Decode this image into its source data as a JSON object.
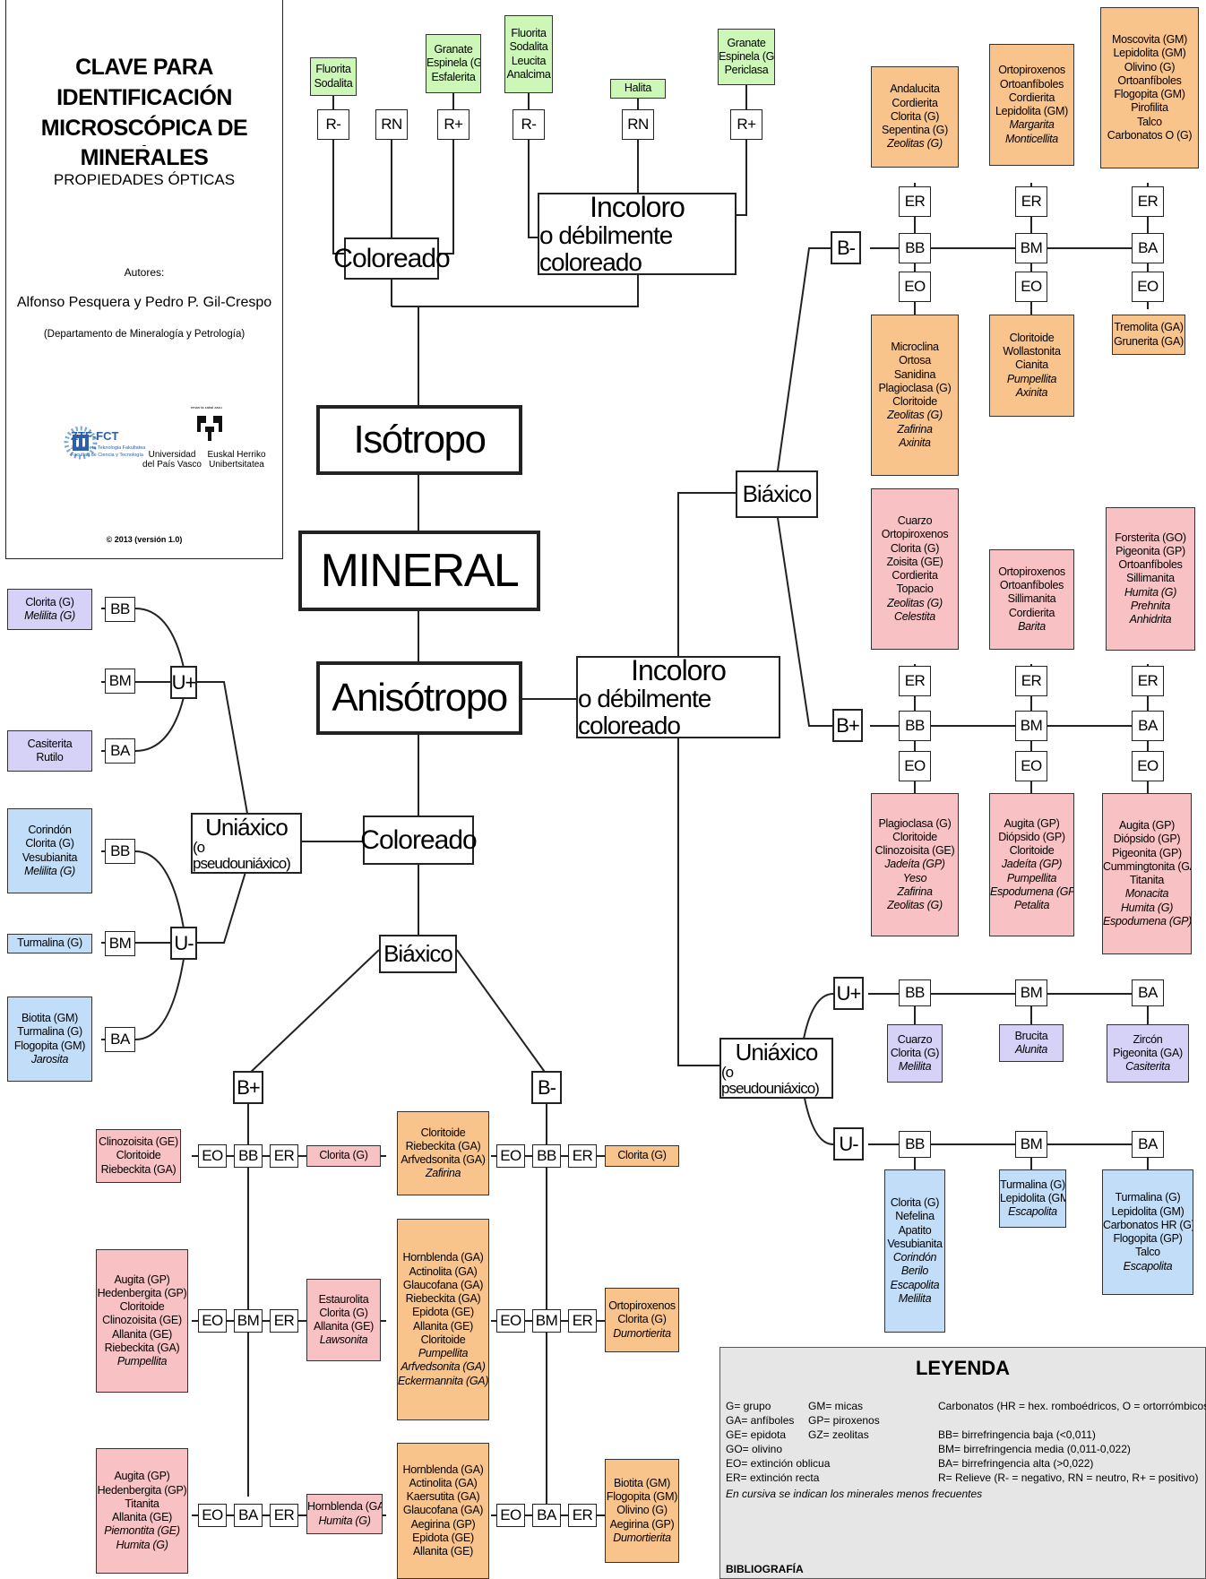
{
  "title": {
    "line1": "CLAVE PARA IDENTIFICACIÓN",
    "line2": "MICROSCÓPICA DE MINERALES",
    "dash": "-",
    "subtitle": "PROPIEDADES ÓPTICAS",
    "authors_label": "Autores:",
    "authors": "Alfonso Pesquera y Pedro P. Gil-Crespo",
    "department": "(Departamento de Mineralogía y Petrología)",
    "logo1_name": "ZTF-FCT",
    "logo1_sub1": "Zientzia eta Teknologia Fakultatea",
    "logo1_sub2": "Facultad de Ciencia y Tecnología",
    "logo2_top": "eman ta zabal zazu",
    "logo2_left1": "Universidad",
    "logo2_left2": "del País Vasco",
    "logo2_right1": "Euskal Herriko",
    "logo2_right2": "Unibertsitatea",
    "copyright": "© 2013 (versión 1.0)"
  },
  "core": {
    "mineral": "MINERAL",
    "isotropo": "Isótropo",
    "anisotropo": "Anisótropo",
    "coloreado": "Coloreado",
    "incoloro1": "Incoloro",
    "incoloro2": "o débilmente coloreado",
    "biaxico": "Biáxico",
    "uniaxico1": "Uniáxico",
    "uniaxico2": "(o pseudouniáxico)"
  },
  "codes": {
    "rminus": "R-",
    "rn": "RN",
    "rplus": "R+",
    "bminus": "B-",
    "bplus": "B+",
    "uplus": "U+",
    "uminus": "U-",
    "bb": "BB",
    "bm": "BM",
    "ba": "BA",
    "er": "ER",
    "eo": "EO"
  },
  "minerals": {
    "iso_col_rm": [
      {
        "t": "Fluorita"
      },
      {
        "t": "Sodalita"
      }
    ],
    "iso_col_rp": [
      {
        "t": "Granate"
      },
      {
        "t": "Espinela (G)"
      },
      {
        "t": "Esfalerita"
      }
    ],
    "iso_inc_rm": [
      {
        "t": "Fluorita"
      },
      {
        "t": "Sodalita"
      },
      {
        "t": "Leucita"
      },
      {
        "t": "Analcima"
      }
    ],
    "iso_inc_rn": [
      {
        "t": "Halita"
      }
    ],
    "iso_inc_rp": [
      {
        "t": "Granate"
      },
      {
        "t": "Espinela (G)"
      },
      {
        "t": "Periclasa"
      }
    ],
    "bm_bb_er": [
      {
        "t": "Andalucita"
      },
      {
        "t": "Cordierita"
      },
      {
        "t": "Clorita (G)"
      },
      {
        "t": "Sepentina (G)"
      },
      {
        "t": "Zeolitas (G)",
        "i": true
      }
    ],
    "bm_bm_er": [
      {
        "t": "Ortopiroxenos"
      },
      {
        "t": "Ortoanfíboles"
      },
      {
        "t": "Cordierita"
      },
      {
        "t": "Lepidolita (GM)"
      },
      {
        "t": "Margarita",
        "i": true
      },
      {
        "t": "Monticellita",
        "i": true
      }
    ],
    "bm_ba_er": [
      {
        "t": "Moscovita (GM)"
      },
      {
        "t": "Lepidolita (GM)"
      },
      {
        "t": "Olivino (G)"
      },
      {
        "t": "Ortoanfíboles"
      },
      {
        "t": "Flogopita (GM)"
      },
      {
        "t": "Pirofilita"
      },
      {
        "t": "Talco"
      },
      {
        "t": "Carbonatos O (G)"
      }
    ],
    "bm_bb_eo": [
      {
        "t": "Microclina"
      },
      {
        "t": "Ortosa"
      },
      {
        "t": "Sanidina"
      },
      {
        "t": "Plagioclasa (G)"
      },
      {
        "t": "Cloritoide"
      },
      {
        "t": "Zeolitas (G)",
        "i": true
      },
      {
        "t": "Zafirina",
        "i": true
      },
      {
        "t": "Axinita",
        "i": true
      }
    ],
    "bm_bm_eo": [
      {
        "t": "Cloritoide"
      },
      {
        "t": "Wollastonita"
      },
      {
        "t": "Cianita"
      },
      {
        "t": "Pumpellita",
        "i": true
      },
      {
        "t": "Axinita",
        "i": true
      }
    ],
    "bm_ba_eo": [
      {
        "t": "Tremolita (GA)"
      },
      {
        "t": "Grunerita (GA)"
      }
    ],
    "bp_bb_er": [
      {
        "t": "Cuarzo"
      },
      {
        "t": "Ortopiroxenos"
      },
      {
        "t": "Clorita (G)"
      },
      {
        "t": "Zoisita (GE)"
      },
      {
        "t": "Cordierita"
      },
      {
        "t": "Topacio"
      },
      {
        "t": "Zeolitas (G)",
        "i": true
      },
      {
        "t": "Celestita",
        "i": true
      }
    ],
    "bp_bm_er": [
      {
        "t": "Ortopiroxenos"
      },
      {
        "t": "Ortoanfíboles"
      },
      {
        "t": "Sillimanita"
      },
      {
        "t": "Cordierita"
      },
      {
        "t": "Barita",
        "i": true
      }
    ],
    "bp_ba_er": [
      {
        "t": "Forsterita (GO)"
      },
      {
        "t": "Pigeonita (GP)"
      },
      {
        "t": "Ortoanfíboles"
      },
      {
        "t": "Sillimanita"
      },
      {
        "t": "Humita (G)",
        "i": true
      },
      {
        "t": "Prehnita",
        "i": true
      },
      {
        "t": "Anhidrita",
        "i": true
      }
    ],
    "bp_bb_eo": [
      {
        "t": "Plagioclasa (G)"
      },
      {
        "t": "Cloritoide"
      },
      {
        "t": "Clinozoisita (GE)"
      },
      {
        "t": "Jadeíta (GP)",
        "i": true
      },
      {
        "t": "Yeso",
        "i": true
      },
      {
        "t": "Zafirina",
        "i": true
      },
      {
        "t": "Zeolitas (G)",
        "i": true
      }
    ],
    "bp_bm_eo": [
      {
        "t": "Augita (GP)"
      },
      {
        "t": "Diópsido (GP)"
      },
      {
        "t": "Cloritoide"
      },
      {
        "t": "Jadeíta (GP)",
        "i": true
      },
      {
        "t": "Pumpellita",
        "i": true
      },
      {
        "t": "Espodumena (GP)",
        "i": true
      },
      {
        "t": "Petalita",
        "i": true
      }
    ],
    "bp_ba_eo": [
      {
        "t": "Augita (GP)"
      },
      {
        "t": "Diópsido (GP)"
      },
      {
        "t": "Pigeonita (GP)"
      },
      {
        "t": "Cummingtonita (GA)"
      },
      {
        "t": "Titanita"
      },
      {
        "t": "Monacita",
        "i": true
      },
      {
        "t": "Humita (G)",
        "i": true
      },
      {
        "t": "Espodumena (GP)",
        "i": true
      }
    ],
    "ru_up_bb": [
      {
        "t": "Cuarzo"
      },
      {
        "t": "Clorita (G)"
      },
      {
        "t": "Melilita",
        "i": true
      }
    ],
    "ru_up_bm": [
      {
        "t": "Brucita"
      },
      {
        "t": "Alunita",
        "i": true
      }
    ],
    "ru_up_ba": [
      {
        "t": "Zircón"
      },
      {
        "t": "Pigeonita (GA)"
      },
      {
        "t": "Casiterita",
        "i": true
      }
    ],
    "ru_um_bb": [
      {
        "t": "Clorita (G)"
      },
      {
        "t": "Nefelina"
      },
      {
        "t": "Apatito"
      },
      {
        "t": "Vesubianita"
      },
      {
        "t": "Corindón",
        "i": true
      },
      {
        "t": "Berilo",
        "i": true
      },
      {
        "t": "Escapolita",
        "i": true
      },
      {
        "t": "Melilita",
        "i": true
      }
    ],
    "ru_um_bm": [
      {
        "t": "Turmalina (G)"
      },
      {
        "t": "Lepidolita (GM)"
      },
      {
        "t": "Escapolita",
        "i": true
      }
    ],
    "ru_um_ba": [
      {
        "t": "Turmalina (G)"
      },
      {
        "t": "Lepidolita (GM)"
      },
      {
        "t": "Carbonatos HR (G)"
      },
      {
        "t": "Flogopita (GP)"
      },
      {
        "t": "Talco"
      },
      {
        "t": "Escapolita",
        "i": true
      }
    ],
    "lu_up_bb": [
      {
        "t": "Clorita (G)"
      },
      {
        "t": "Melilita (G)",
        "i": true
      }
    ],
    "lu_up_ba": [
      {
        "t": "Casiterita"
      },
      {
        "t": "Rutilo"
      }
    ],
    "lu_um_bb": [
      {
        "t": "Corindón"
      },
      {
        "t": "Clorita (G)"
      },
      {
        "t": "Vesubianita"
      },
      {
        "t": "Melilita (G)",
        "i": true
      }
    ],
    "lu_um_bm": [
      {
        "t": "Turmalina (G)"
      }
    ],
    "lu_um_ba": [
      {
        "t": "Biotita (GM)"
      },
      {
        "t": "Turmalina (G)"
      },
      {
        "t": "Flogopita (GM)"
      },
      {
        "t": "Jarosita",
        "i": true
      }
    ],
    "cb_bp_bb_eo": [
      {
        "t": "Clinozoisita (GE)"
      },
      {
        "t": "Cloritoide"
      },
      {
        "t": "Riebeckita (GA)"
      }
    ],
    "cb_bp_bb_er": [
      {
        "t": "Clorita (G)"
      }
    ],
    "cb_bp_bm_eo": [
      {
        "t": "Augita (GP)"
      },
      {
        "t": "Hedenbergita (GP)"
      },
      {
        "t": "Cloritoide"
      },
      {
        "t": "Clinozoisita (GE)"
      },
      {
        "t": "Allanita (GE)"
      },
      {
        "t": "Riebeckita (GA)"
      },
      {
        "t": "Pumpellita",
        "i": true
      }
    ],
    "cb_bp_bm_er": [
      {
        "t": "Estaurolita"
      },
      {
        "t": "Clorita (G)"
      },
      {
        "t": "Allanita (GE)"
      },
      {
        "t": "Lawsonita",
        "i": true
      }
    ],
    "cb_bp_ba_eo": [
      {
        "t": "Augita (GP)"
      },
      {
        "t": "Hedenbergita (GP)"
      },
      {
        "t": "Titanita"
      },
      {
        "t": "Allanita (GE)"
      },
      {
        "t": "Piemontita (GE)",
        "i": true
      },
      {
        "t": "Humita (G)",
        "i": true
      }
    ],
    "cb_bp_ba_er": [
      {
        "t": "Hornblenda (GA)"
      },
      {
        "t": "Humita (G)",
        "i": true
      }
    ],
    "cb_bm_bb_eo": [
      {
        "t": "Cloritoide"
      },
      {
        "t": "Riebeckita (GA)"
      },
      {
        "t": "Arfvedsonita (GA)"
      },
      {
        "t": "Zafirina",
        "i": true
      }
    ],
    "cb_bm_bb_er": [
      {
        "t": "Clorita (G)"
      }
    ],
    "cb_bm_bm_eo": [
      {
        "t": "Hornblenda (GA)"
      },
      {
        "t": "Actinolita (GA)"
      },
      {
        "t": "Glaucofana (GA)"
      },
      {
        "t": "Riebeckita (GA)"
      },
      {
        "t": "Epidota (GE)"
      },
      {
        "t": "Allanita (GE)"
      },
      {
        "t": "Cloritoide"
      },
      {
        "t": "Pumpellita",
        "i": true
      },
      {
        "t": "Arfvedsonita (GA)",
        "i": true
      },
      {
        "t": "Eckermannita (GA)",
        "i": true
      }
    ],
    "cb_bm_bm_er": [
      {
        "t": "Ortopiroxenos"
      },
      {
        "t": "Clorita (G)"
      },
      {
        "t": "Dumortierita",
        "i": true
      }
    ],
    "cb_bm_ba_eo": [
      {
        "t": "Hornblenda (GA)"
      },
      {
        "t": "Actinolita (GA)"
      },
      {
        "t": "Kaersutita (GA)"
      },
      {
        "t": "Glaucofana (GA)"
      },
      {
        "t": "Aegirina (GP)"
      },
      {
        "t": "Epidota (GE)"
      },
      {
        "t": "Allanita (GE)"
      }
    ],
    "cb_bm_ba_er": [
      {
        "t": "Biotita (GM)"
      },
      {
        "t": "Flogopita (GM)"
      },
      {
        "t": "Olivino (G)"
      },
      {
        "t": "Aegirina (GP)"
      },
      {
        "t": "Dumortierita",
        "i": true
      }
    ]
  },
  "legend": {
    "title": "LEYENDA",
    "g": "G= grupo",
    "ga": "GA= anfíboles",
    "ge": "GE= epidota",
    "go": "GO= olivino",
    "gm": "GM= micas",
    "gp": "GP= piroxenos",
    "gz": "GZ= zeolitas",
    "eo": "EO= extinción oblicua",
    "er": "ER= extinción recta",
    "carb": "Carbonatos (HR = hex. romboédricos, O = ortorrómbicos)",
    "bb": "BB= birrefringencia baja (<0,011)",
    "bm": "BM= birrefringencia media (0,011-0,022)",
    "ba": "BA= birrefringencia alta (>0,022)",
    "r": "R= Relieve (R- = negativo, RN = neutro, R+ = positivo)",
    "italic": "En cursiva se indican los minerales menos frecuentes",
    "biblio": "BIBLIOGRAFÍA"
  },
  "colors": {
    "isotropic": "#ccf7b7",
    "biaxial_minus_colourless": "#f9c38c",
    "biaxial_plus_colourless": "#f8c2c4",
    "uniaxial_minus": "#c2ddf7",
    "uniaxial_plus": "#d6d2f7"
  }
}
